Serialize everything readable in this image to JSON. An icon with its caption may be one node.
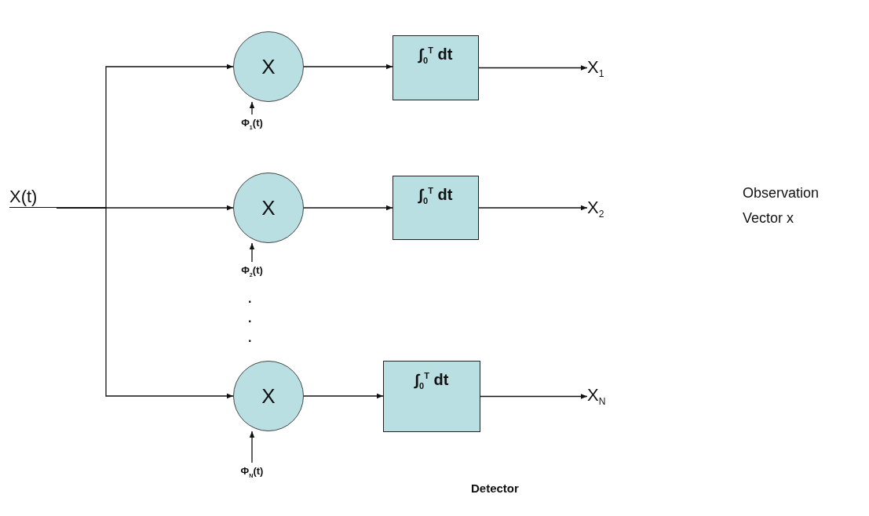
{
  "diagram": {
    "nodes": [
      {
        "text": [
          "X(t)"
        ]
      },
      {
        "text": [
          "X"
        ]
      },
      {
        "text": [
          "∫$_{0}$$^{T}$ dt"
        ]
      },
      {
        "text": [
          "X$_{1}$"
        ]
      },
      {
        "text": [
          "Φ$_{1}$(t)"
        ]
      },
      {
        "text": [
          "X"
        ]
      },
      {
        "text": [
          "∫$_{0}$$^{T}$ dt"
        ]
      },
      {
        "text": [
          "X$_{2}$"
        ]
      },
      {
        "text": [
          "Φ$_{2}$(t)"
        ]
      },
      {
        "text": [
          "X"
        ]
      },
      {
        "text": [
          "∫$_{0}$$^{T}$ dt"
        ]
      },
      {
        "text": [
          "X$_{N}$"
        ]
      },
      {
        "text": [
          "Φ$_{N}$(t)"
        ]
      }
    ],
    "edges": [
      {
        "from": 0,
        "to": 1,
        "arrow": "to"
      },
      {
        "from": 0,
        "to": 5,
        "arrow": "to"
      },
      {
        "from": 0,
        "to": 9,
        "arrow": "to"
      },
      {
        "from": 1,
        "to": 2,
        "arrow": "to"
      },
      {
        "from": 2,
        "to": 3,
        "arrow": "to"
      },
      {
        "from": 4,
        "to": 1,
        "arrow": "to"
      },
      {
        "from": 5,
        "to": 6,
        "arrow": "to"
      },
      {
        "from": 6,
        "to": 7,
        "arrow": "to"
      },
      {
        "from": 8,
        "to": 5,
        "arrow": "to"
      },
      {
        "from": 9,
        "to": 10,
        "arrow": "to"
      },
      {
        "from": 10,
        "to": 11,
        "arrow": "to"
      },
      {
        "from": 12,
        "to": 9,
        "arrow": "to"
      }
    ],
    "labels": [
      ".",
      ".",
      ".",
      "Observation",
      "Vector x",
      "Detector"
    ]
  }
}
